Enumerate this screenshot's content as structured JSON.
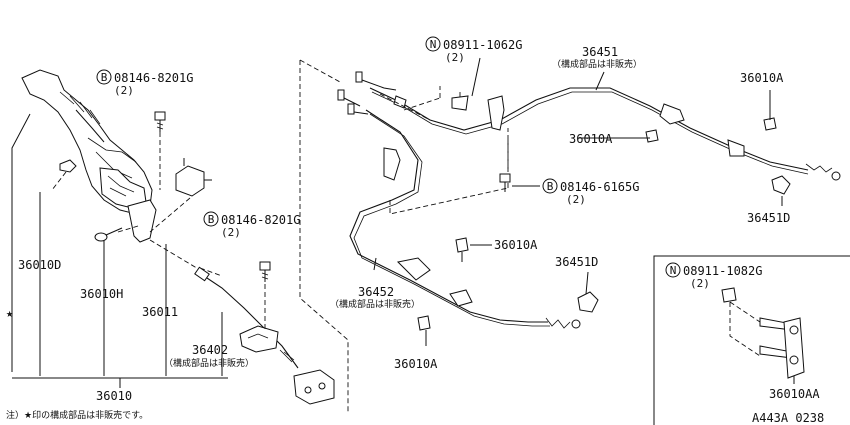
{
  "callouts": {
    "b_bolt_lever": {
      "symbol": "B",
      "code": "08146-8201G",
      "qty": "(2)"
    },
    "b_bolt_mid": {
      "symbol": "B",
      "code": "08146-8201G",
      "qty": "(2)"
    },
    "n_nut_top": {
      "symbol": "N",
      "code": "08911-1062G",
      "qty": "(2)"
    },
    "b_bolt_right": {
      "symbol": "B",
      "code": "08146-6165G",
      "qty": "(2)"
    },
    "n_nut_inset": {
      "symbol": "N",
      "code": "08911-1082G",
      "qty": "(2)"
    }
  },
  "parts": {
    "p36451": "36451",
    "p36451_note": "（構成部品は非販売）",
    "p36010A_1": "36010A",
    "p36010A_2": "36010A",
    "p36010A_3": "36010A",
    "p36010A_4": "36010A",
    "p36451D_1": "36451D",
    "p36451D_2": "36451D",
    "p36452": "36452",
    "p36452_note": "（構成部品は非販売）",
    "p36402": "36402",
    "p36402_note": "（構成部品は非販売）",
    "p36010D": "36010D",
    "p36010H": "36010H",
    "p36011": "36011",
    "p36010": "36010",
    "p36010AA": "36010AA"
  },
  "star_mark": "★",
  "footnote": "注）★印の構成部品は非販売です。",
  "diagram_code": "A443A 0238"
}
